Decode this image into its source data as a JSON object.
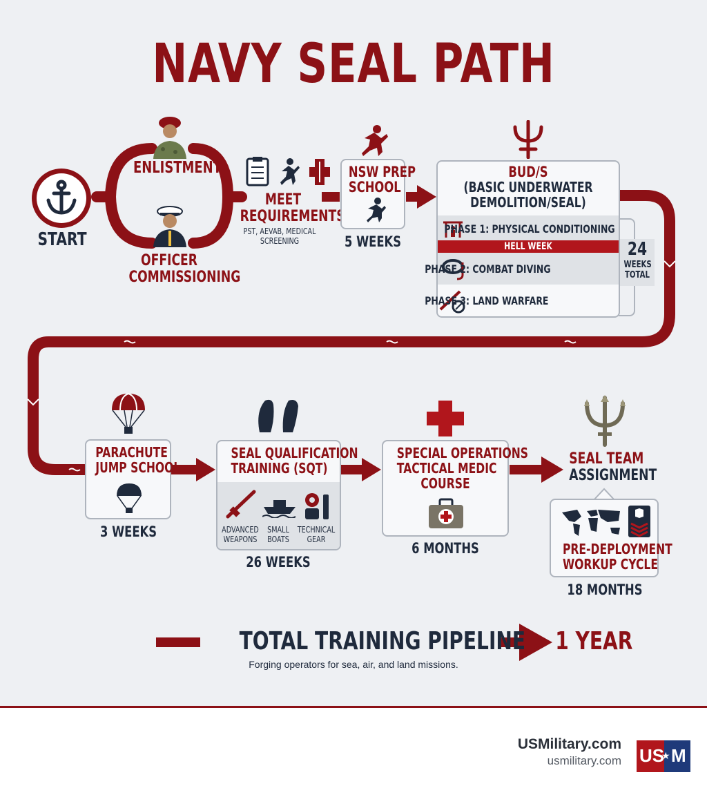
{
  "title": "NAVY SEAL PATH",
  "start": {
    "label": "START"
  },
  "enlistment": {
    "label": "ENLISTMENT"
  },
  "officer": {
    "line1": "OFFICER",
    "line2": "COMMISSIONING"
  },
  "requirements": {
    "line1": "MEET",
    "line2": "REQUIREMENTS",
    "sub1": "PST, AEVAB, MEDICAL",
    "sub2": "SCREENING"
  },
  "prep": {
    "line1": "NSW PREP",
    "line2": "SCHOOL",
    "duration": "5 WEEKS"
  },
  "buds": {
    "line1": "BUD/S",
    "line2": "(BASIC UNDERWATER",
    "line3": "DEMOLITION/SEAL)",
    "phase1": "PHASE 1: PHYSICAL CONDITIONING",
    "hell_week": "HELL WEEK",
    "phase2": "PHASE 2: COMBAT DIVING",
    "phase3": "PHASE 3: LAND WARFARE",
    "total_num": "24",
    "total_l1": "WEEKS",
    "total_l2": "TOTAL"
  },
  "parachute": {
    "line1": "PARACHUTE",
    "line2": "JUMP SCHOOL",
    "duration": "3 WEEKS"
  },
  "sqt": {
    "line1": "SEAL QUALIFICATION",
    "line2": "TRAINING (SQT)",
    "item1_l1": "ADVANCED",
    "item1_l2": "WEAPONS",
    "item2_l1": "SMALL",
    "item2_l2": "BOATS",
    "item3_l1": "TECHNICAL",
    "item3_l2": "GEAR",
    "duration": "26 WEEKS"
  },
  "medic": {
    "line1": "SPECIAL OPERATIONS",
    "line2": "TACTICAL MEDIC",
    "line3": "COURSE",
    "duration": "6 MONTHS"
  },
  "team": {
    "line1": "SEAL TEAM",
    "line2": "ASSIGNMENT"
  },
  "deploy": {
    "line1": "PRE-DEPLOYMENT",
    "line2": "WORKUP CYCLE",
    "duration": "18 MONTHS"
  },
  "pipeline": {
    "text_a": "TOTAL TRAINING PIPELINE",
    "gt": ">",
    "text_b": "1 YEAR",
    "tagline": "Forging operators for sea, air, and land missions."
  },
  "brand": {
    "name": "USMilitary.com",
    "url": "usmilitary.com",
    "logo_left": "US",
    "logo_star": "★",
    "logo_right": "M"
  },
  "colors": {
    "accent": "#8c1116",
    "navy": "#1f2a3c",
    "background": "#eef0f3"
  }
}
